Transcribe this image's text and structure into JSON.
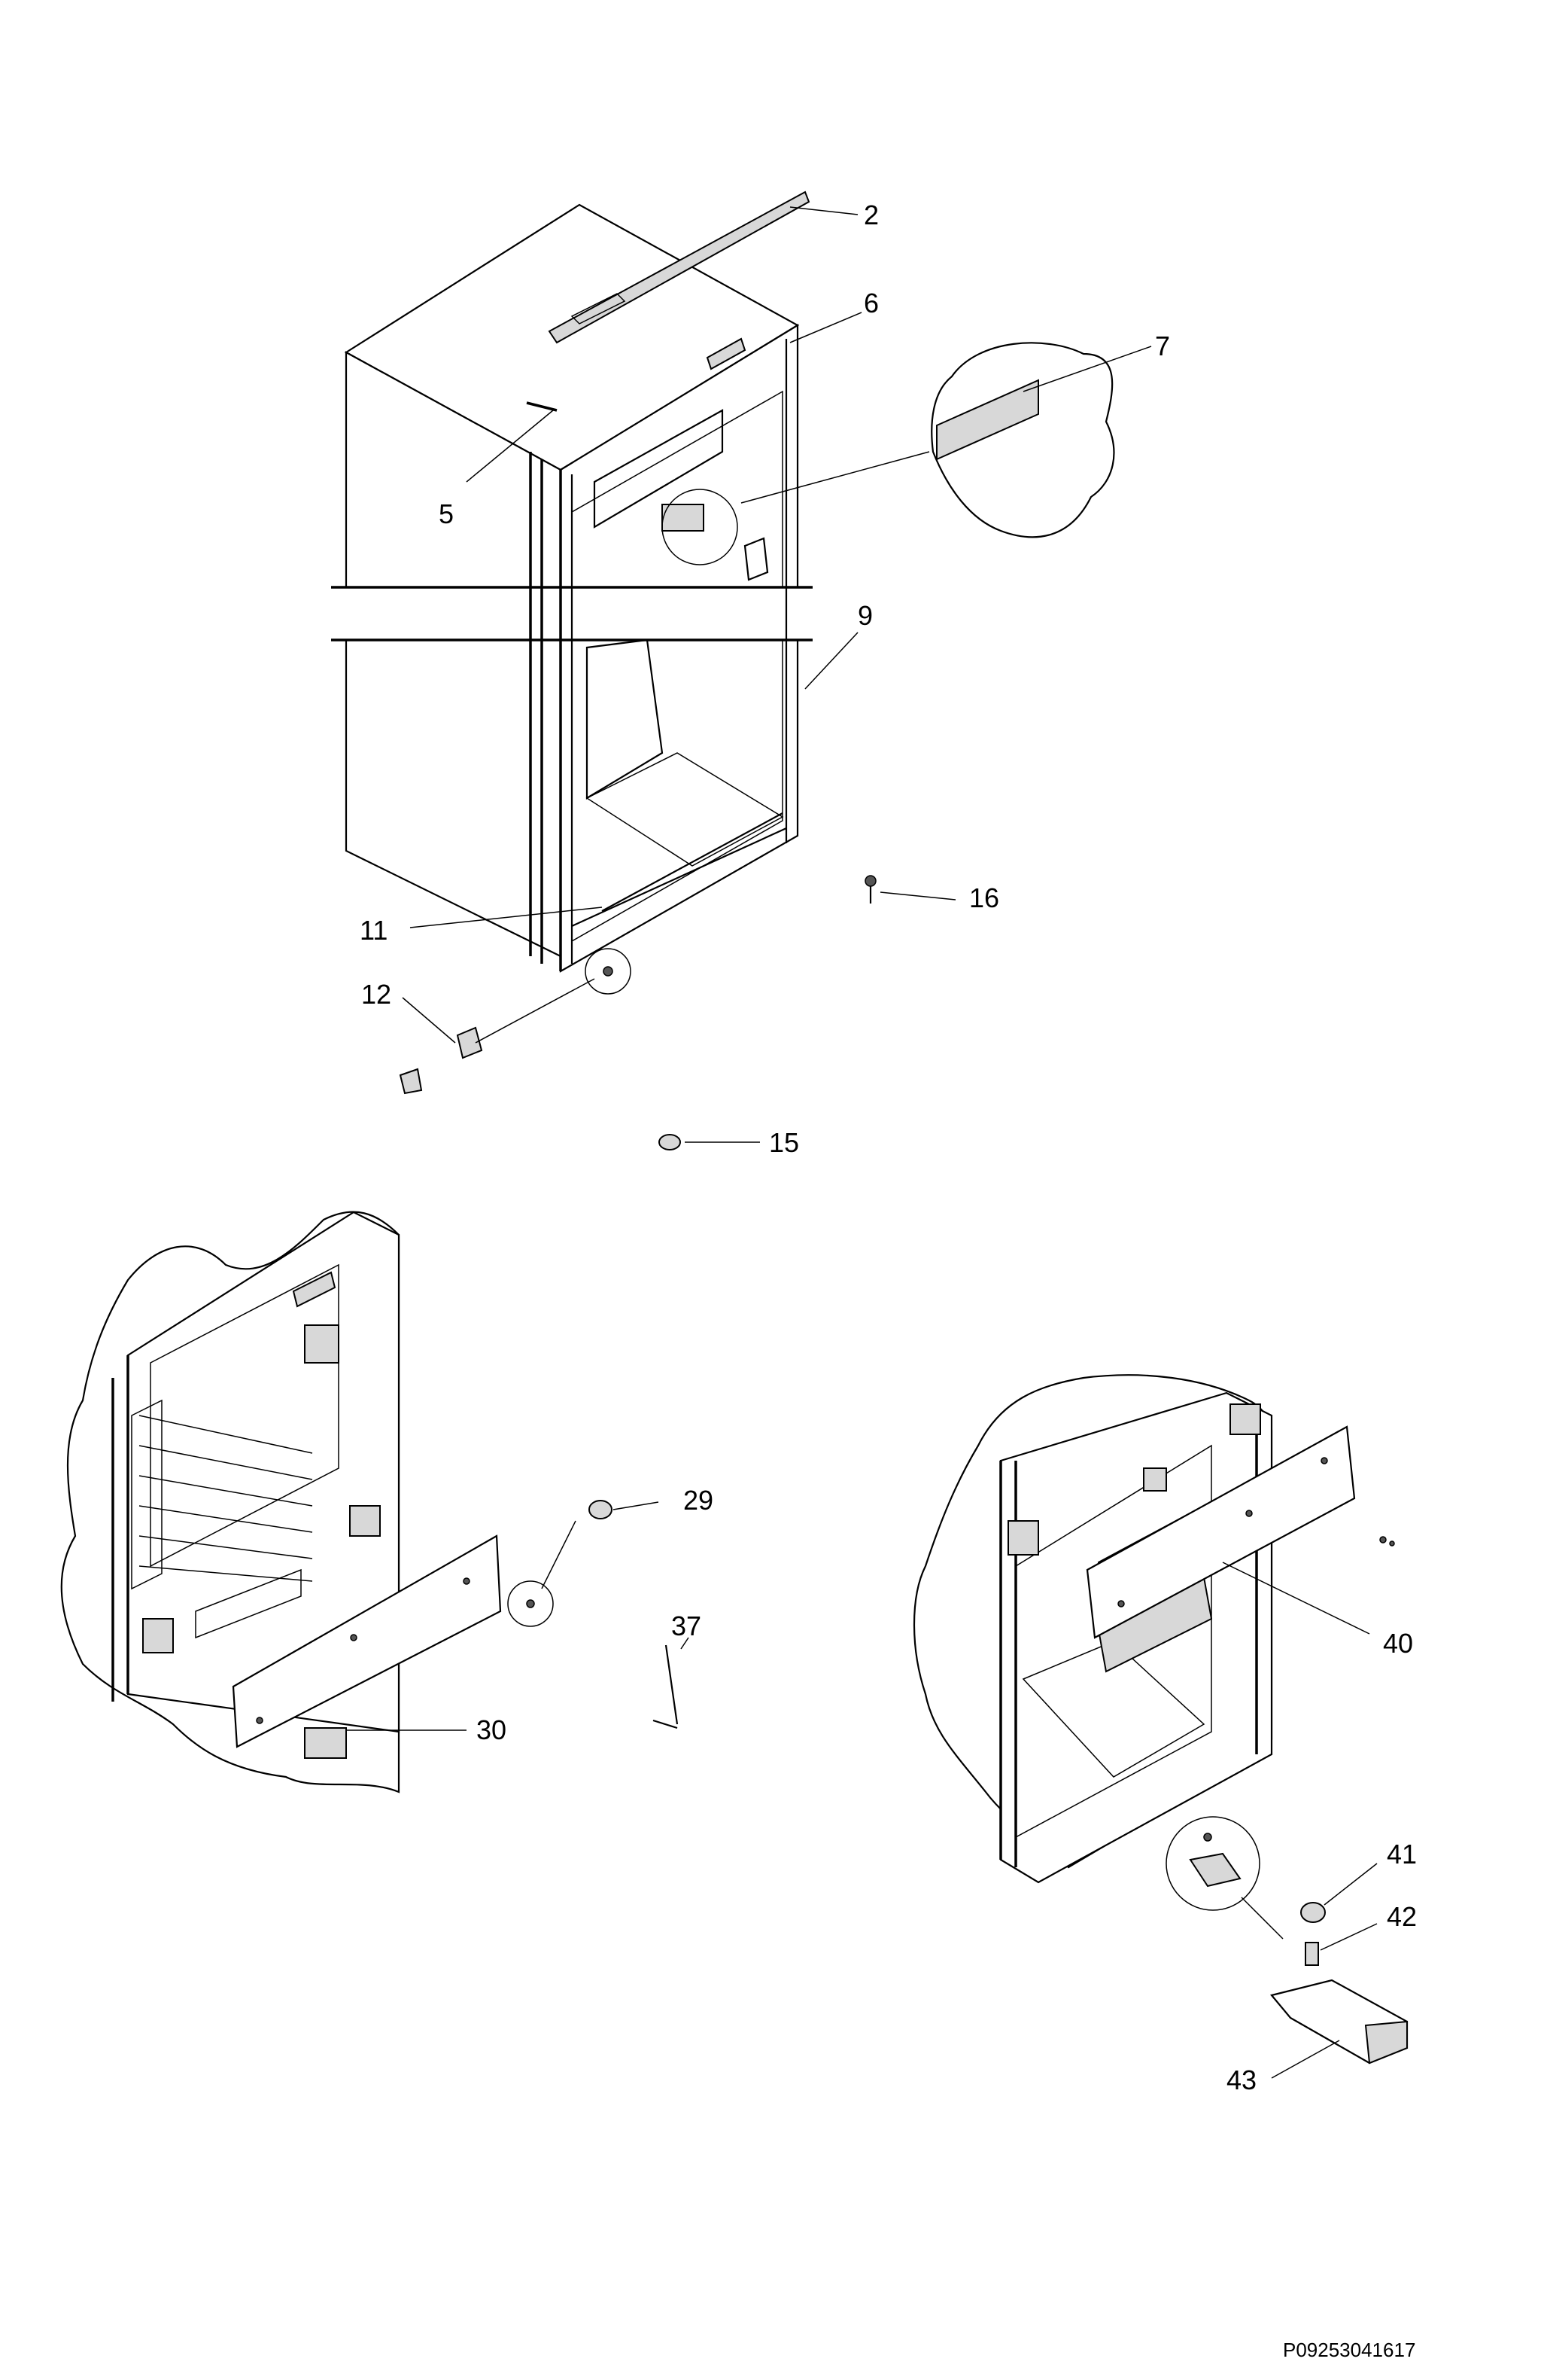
{
  "callouts": {
    "c2": "2",
    "c5": "5",
    "c6": "6",
    "c7": "7",
    "c9": "9",
    "c11": "11",
    "c12": "12",
    "c15": "15",
    "c16": "16",
    "c29": "29",
    "c30": "30",
    "c37": "37",
    "c40": "40",
    "c41": "41",
    "c42": "42",
    "c43": "43"
  },
  "drawing_code": "P09253041617"
}
